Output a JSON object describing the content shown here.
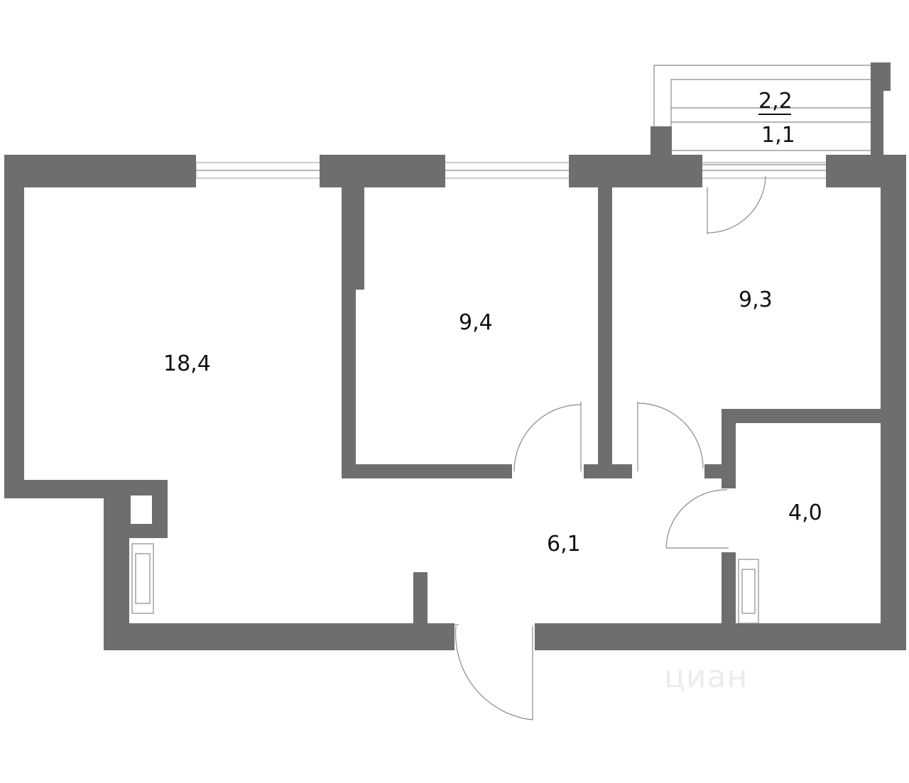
{
  "rooms": {
    "living": "18,4",
    "bedroom": "9,4",
    "kitchen": "9,3",
    "bathroom": "4,0",
    "hallway": "6,1",
    "balcony_total": "2,2",
    "balcony_reduced": "1,1"
  },
  "watermark": "циан",
  "colors": {
    "wall": "#6e6e6e",
    "line": "#8a8a8a"
  }
}
